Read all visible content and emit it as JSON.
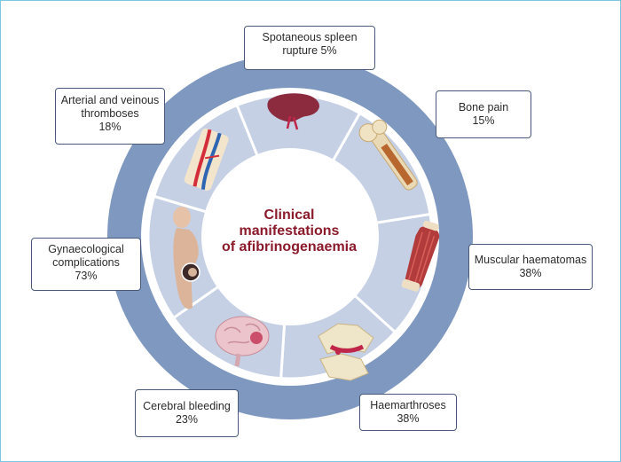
{
  "center_title": {
    "line1": "Clinical",
    "line2": "manifestations",
    "line3": "of afibrinogenaemia"
  },
  "callouts": {
    "spleen": {
      "line1": "Spotaneous spleen",
      "line2": "rupture 5%"
    },
    "bone": {
      "line1": "Bone pain",
      "line2": "15%"
    },
    "muscular": {
      "line1": "Muscular haematomas",
      "line2": "38%"
    },
    "haemarth": {
      "line1": "Haemarthroses",
      "line2": "38%"
    },
    "cerebral": {
      "line1": "Cerebral bleeding",
      "line2": "23%"
    },
    "gynae": {
      "line1": "Gynaecological",
      "line2": "complications",
      "line3": "73%"
    },
    "thrombo": {
      "line1": "Arterial and veinous",
      "line2": "thromboses",
      "line3": "18%"
    }
  },
  "colors": {
    "outer_ring": "#7e98c0",
    "segment_fill": "#c5d0e4",
    "center_text": "#8b1a2b",
    "box_border": "#4a5a78",
    "frame_border": "#7cc7e3"
  },
  "icons": [
    "spleen-icon",
    "bone-icon",
    "muscle-icon",
    "joint-icon",
    "brain-icon",
    "pregnant-woman-icon",
    "blood-vessels-icon"
  ]
}
